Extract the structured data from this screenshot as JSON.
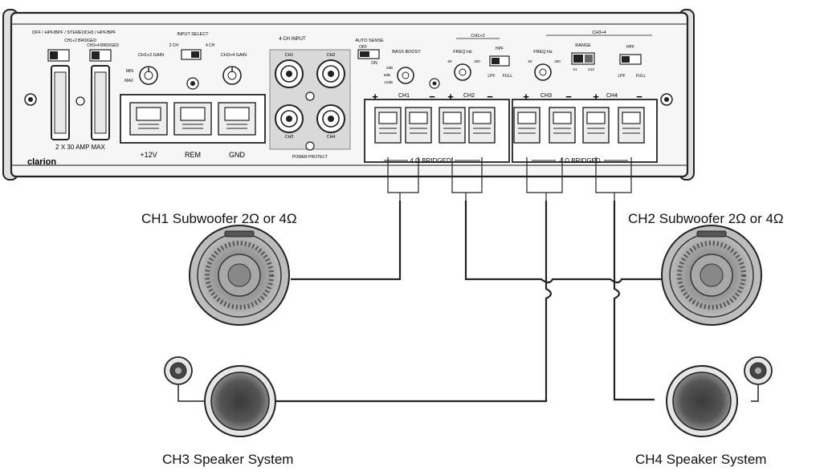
{
  "amplifier": {
    "brand": "clarion",
    "rating": "2 X 30 AMP MAX",
    "terminals": {
      "power": "+12V",
      "remote": "REM",
      "ground": "GND"
    },
    "controls": {
      "crossover_ch12": "OFF / HPF/BPF / STEREO",
      "crossover_ch34": "CH3 / HPF/BPF",
      "ch12_gain": "CH1+2 GAIN",
      "ch34_gain": "CH3+4 GAIN",
      "input_select": "INPUT SELECT",
      "input_options": [
        "2 CH",
        "4 CH"
      ],
      "ch12_bridged": "CH1+2 BRIDGED",
      "ch34_bridged": "CH3+4 BRIDGED",
      "min": "MIN",
      "max": "MAX",
      "auto_sense": "AUTO SENSE",
      "auto_sense_off": "OFF",
      "auto_sense_on": "ON",
      "bass_boost": "BASS BOOST",
      "bass_values": [
        "0dB",
        "6dB",
        "12dB"
      ],
      "freq_hz": "FREQ Hz",
      "freq_ch12_values": [
        "50",
        "250"
      ],
      "freq_ch34_values": [
        "50",
        "250"
      ],
      "hpf": "HPF",
      "lpf": "LPF",
      "full": "FULL",
      "range": "RANGE",
      "range_values": [
        "X1",
        "X10"
      ],
      "ch34_filter_group": "CH3+4",
      "ch12_filter_group": "CH1+2"
    },
    "outputs_group": "4 CH INPUT",
    "rca_labels": [
      "CH1",
      "CH2",
      "CH3",
      "CH4"
    ],
    "power_protect": "POWER PROTECT",
    "speaker_channels": [
      "CH1",
      "CH2",
      "CH3",
      "CH4"
    ],
    "bridged_label_left": "4 Ω BRIDGED",
    "bridged_label_right": "4 Ω BRIDGED"
  },
  "captions": {
    "ch1": "CH1 Subwoofer 2Ω or 4Ω",
    "ch2": "CH2 Subwoofer 2Ω or 4Ω",
    "ch3": "CH3 Speaker System",
    "ch4": "CH4 Speaker System"
  }
}
